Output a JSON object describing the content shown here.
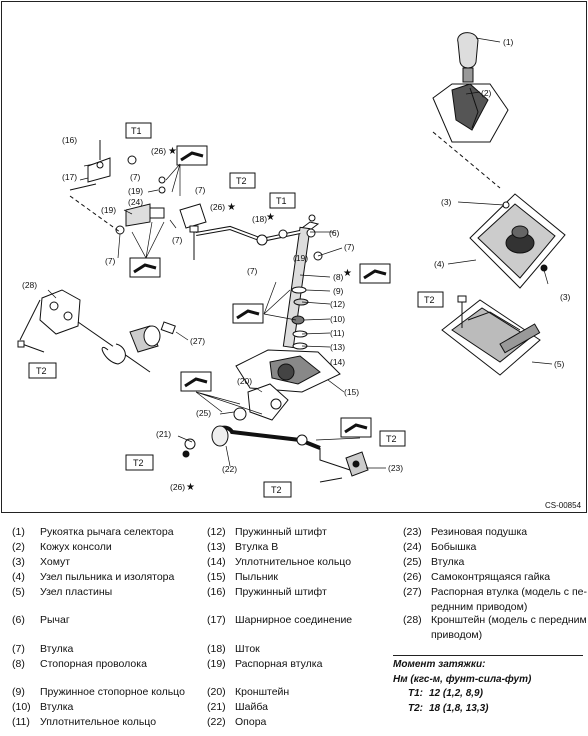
{
  "diagram": {
    "callouts": [
      "(1)",
      "(2)",
      "(3)",
      "(3)",
      "(4)",
      "(5)",
      "(6)",
      "(7)",
      "(7)",
      "(7)",
      "(7)",
      "(7)",
      "(7)",
      "(8)",
      "(9)",
      "(10)",
      "(11)",
      "(12)",
      "(13)",
      "(14)",
      "(15)",
      "(16)",
      "(17)",
      "(18)",
      "(19)",
      "(19)",
      "(19)",
      "(20)",
      "(21)",
      "(22)",
      "(23)",
      "(24)",
      "(25)",
      "(26)",
      "(26)",
      "(26)",
      "(27)",
      "(28)"
    ],
    "torque_tags": [
      "T1",
      "T1",
      "T2",
      "T2",
      "T2",
      "T2",
      "T2"
    ],
    "code": "CS-00854"
  },
  "legend": {
    "col1": [
      {
        "num": "(1)",
        "text": "Рукоятка рычага селектора"
      },
      {
        "num": "(2)",
        "text": "Кожух консоли"
      },
      {
        "num": "(3)",
        "text": "Хомут"
      },
      {
        "num": "(4)",
        "text": "Узел пыльника и изолятора"
      },
      {
        "num": "(5)",
        "text": "Узел пластины"
      },
      {
        "num": "(6)",
        "text": "Рычаг"
      },
      {
        "num": "(7)",
        "text": "Втулка"
      },
      {
        "num": "(8)",
        "text": "Стопорная проволока"
      },
      {
        "num": "(9)",
        "text": "Пружинное стопорное кольцо"
      },
      {
        "num": "(10)",
        "text": "Втулка"
      },
      {
        "num": "(11)",
        "text": "Уплотнительное кольцо"
      }
    ],
    "col2": [
      {
        "num": "(12)",
        "text": "Пружинный штифт"
      },
      {
        "num": "(13)",
        "text": "Втулка B"
      },
      {
        "num": "(14)",
        "text": "Уплотнительное кольцо"
      },
      {
        "num": "(15)",
        "text": "Пыльник"
      },
      {
        "num": "(16)",
        "text": "Пружинный штифт"
      },
      {
        "num": "(17)",
        "text": "Шарнирное соединение"
      },
      {
        "num": "(18)",
        "text": "Шток"
      },
      {
        "num": "(19)",
        "text": "Распорная втулка"
      },
      {
        "num": "(20)",
        "text": "Кронштейн"
      },
      {
        "num": "(21)",
        "text": "Шайба"
      },
      {
        "num": "(22)",
        "text": "Опора"
      }
    ],
    "col3": [
      {
        "num": "(23)",
        "text": "Резиновая подушка"
      },
      {
        "num": "(24)",
        "text": "Бобышка"
      },
      {
        "num": "(25)",
        "text": "Втулка"
      },
      {
        "num": "(26)",
        "text": "Самоконтрящаяся гайка"
      },
      {
        "num": "(27)",
        "text": "Распорная втулка (модель с пе-реднним приводом)"
      },
      {
        "num": "(28)",
        "text": "Кронштейн (модель с передним приводом)"
      }
    ],
    "torque": {
      "title": "Момент затяжки:",
      "unit": "Нм (кгс-м, фунт-сила-фут)",
      "rows": [
        {
          "key": "T1:",
          "value": "12 (1,2, 8,9)"
        },
        {
          "key": "T2:",
          "value": "18 (1,8, 13,3)"
        }
      ]
    }
  }
}
